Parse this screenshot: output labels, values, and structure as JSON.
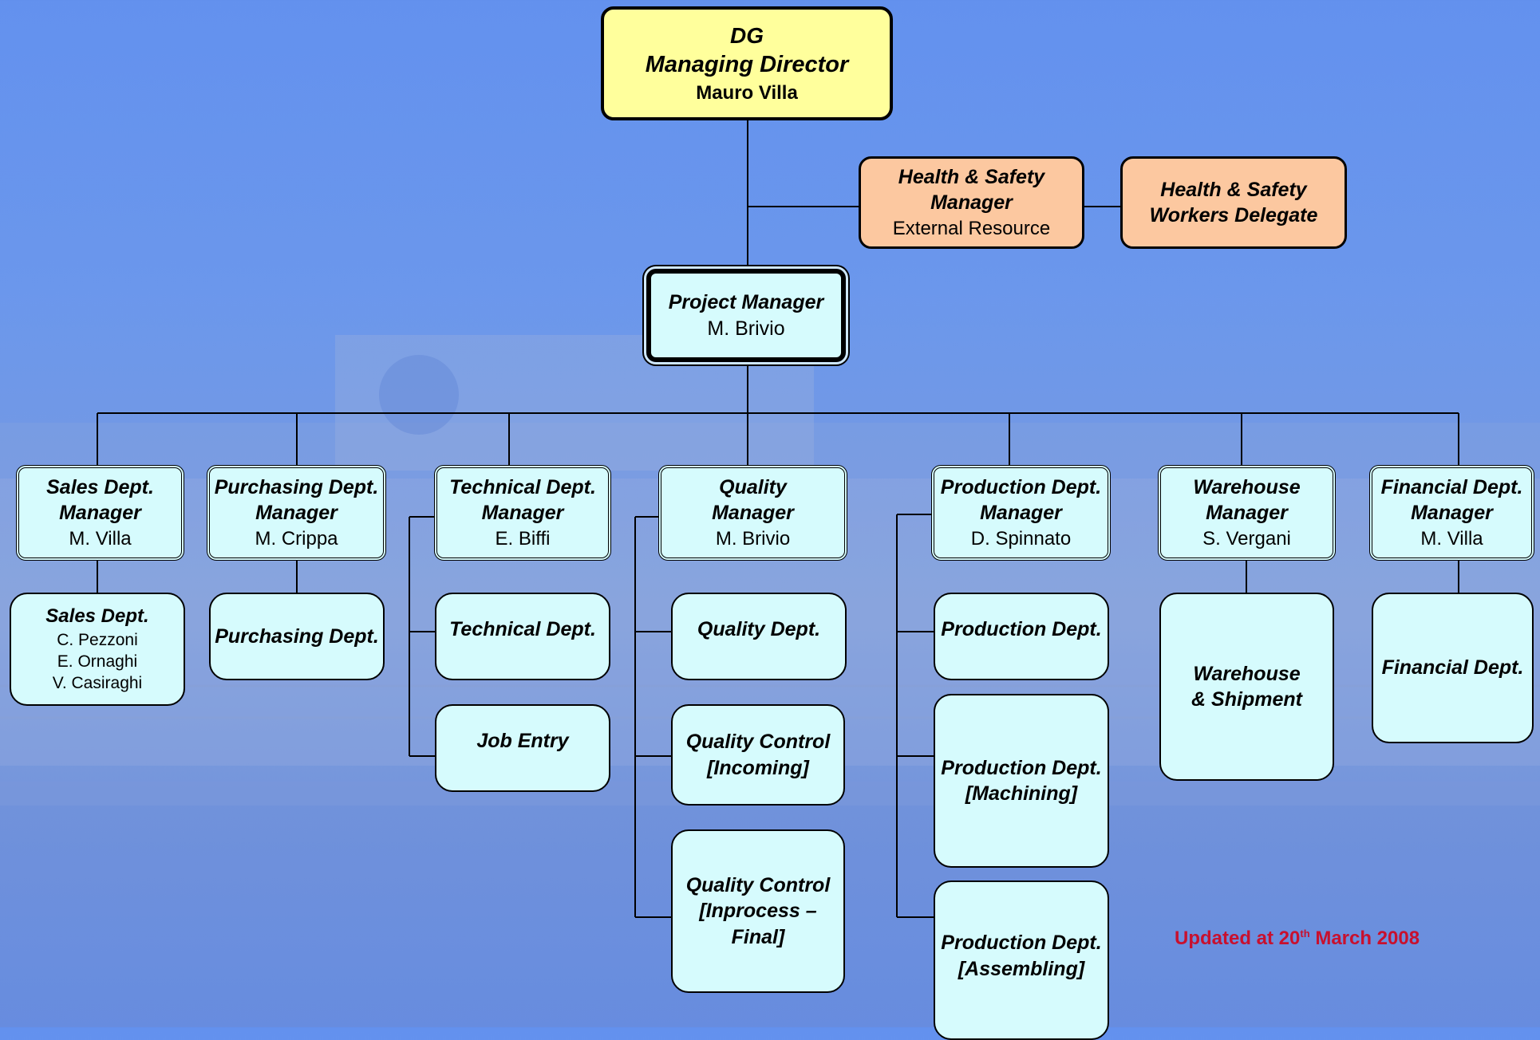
{
  "top": {
    "line1": "DG",
    "line2": "Managing Director",
    "name": "Mauro Villa"
  },
  "hs_manager": {
    "title": "Health & Safety Manager",
    "sub": "External Resource"
  },
  "hs_delegate": {
    "line1": "Health & Safety",
    "line2": "Workers Delegate"
  },
  "pm": {
    "title": "Project Manager",
    "name": "M. Brivio"
  },
  "managers": {
    "sales": {
      "line1": "Sales Dept.",
      "line2": "Manager",
      "name": "M. Villa"
    },
    "purchasing": {
      "line1": "Purchasing Dept.",
      "line2": "Manager",
      "name": "M. Crippa"
    },
    "technical": {
      "line1": "Technical Dept.",
      "line2": "Manager",
      "name": "E. Biffi"
    },
    "quality": {
      "line1": "Quality",
      "line2": "Manager",
      "name": "M. Brivio"
    },
    "production": {
      "line1": "Production Dept.",
      "line2": "Manager",
      "name": "D. Spinnato"
    },
    "warehouse": {
      "line1": "Warehouse",
      "line2": "Manager",
      "name": "S. Vergani"
    },
    "financial": {
      "line1": "Financial Dept.",
      "line2": "Manager",
      "name": "M. Villa"
    }
  },
  "depts": {
    "sales": {
      "title": "Sales Dept.",
      "members": [
        "C. Pezzoni",
        "E. Ornaghi",
        "V. Casiraghi"
      ]
    },
    "purchasing": "Purchasing Dept.",
    "technical": "Technical Dept.",
    "job_entry": "Job Entry",
    "quality": "Quality Dept.",
    "qc_incoming": {
      "line1": "Quality Control",
      "line2": "[Incoming]"
    },
    "qc_inprocess": {
      "line1": "Quality Control",
      "line2": "[Inprocess – Final]"
    },
    "production": "Production Dept.",
    "prod_machining": {
      "line1": "Production Dept.",
      "line2": "[Machining]"
    },
    "prod_assembling": {
      "line1": "Production Dept.",
      "line2": "[Assembling]"
    },
    "warehouse": {
      "line1": "Warehouse",
      "line2": "& Shipment"
    },
    "financial": "Financial Dept."
  },
  "updated": {
    "prefix": "Updated at 20",
    "sup": "th",
    "suffix": " March 2008"
  },
  "colors": {
    "top": "#ffff9c",
    "hs": "#fcc8a0",
    "boxes": "#d6fbfd",
    "update_text": "#c8102e"
  }
}
